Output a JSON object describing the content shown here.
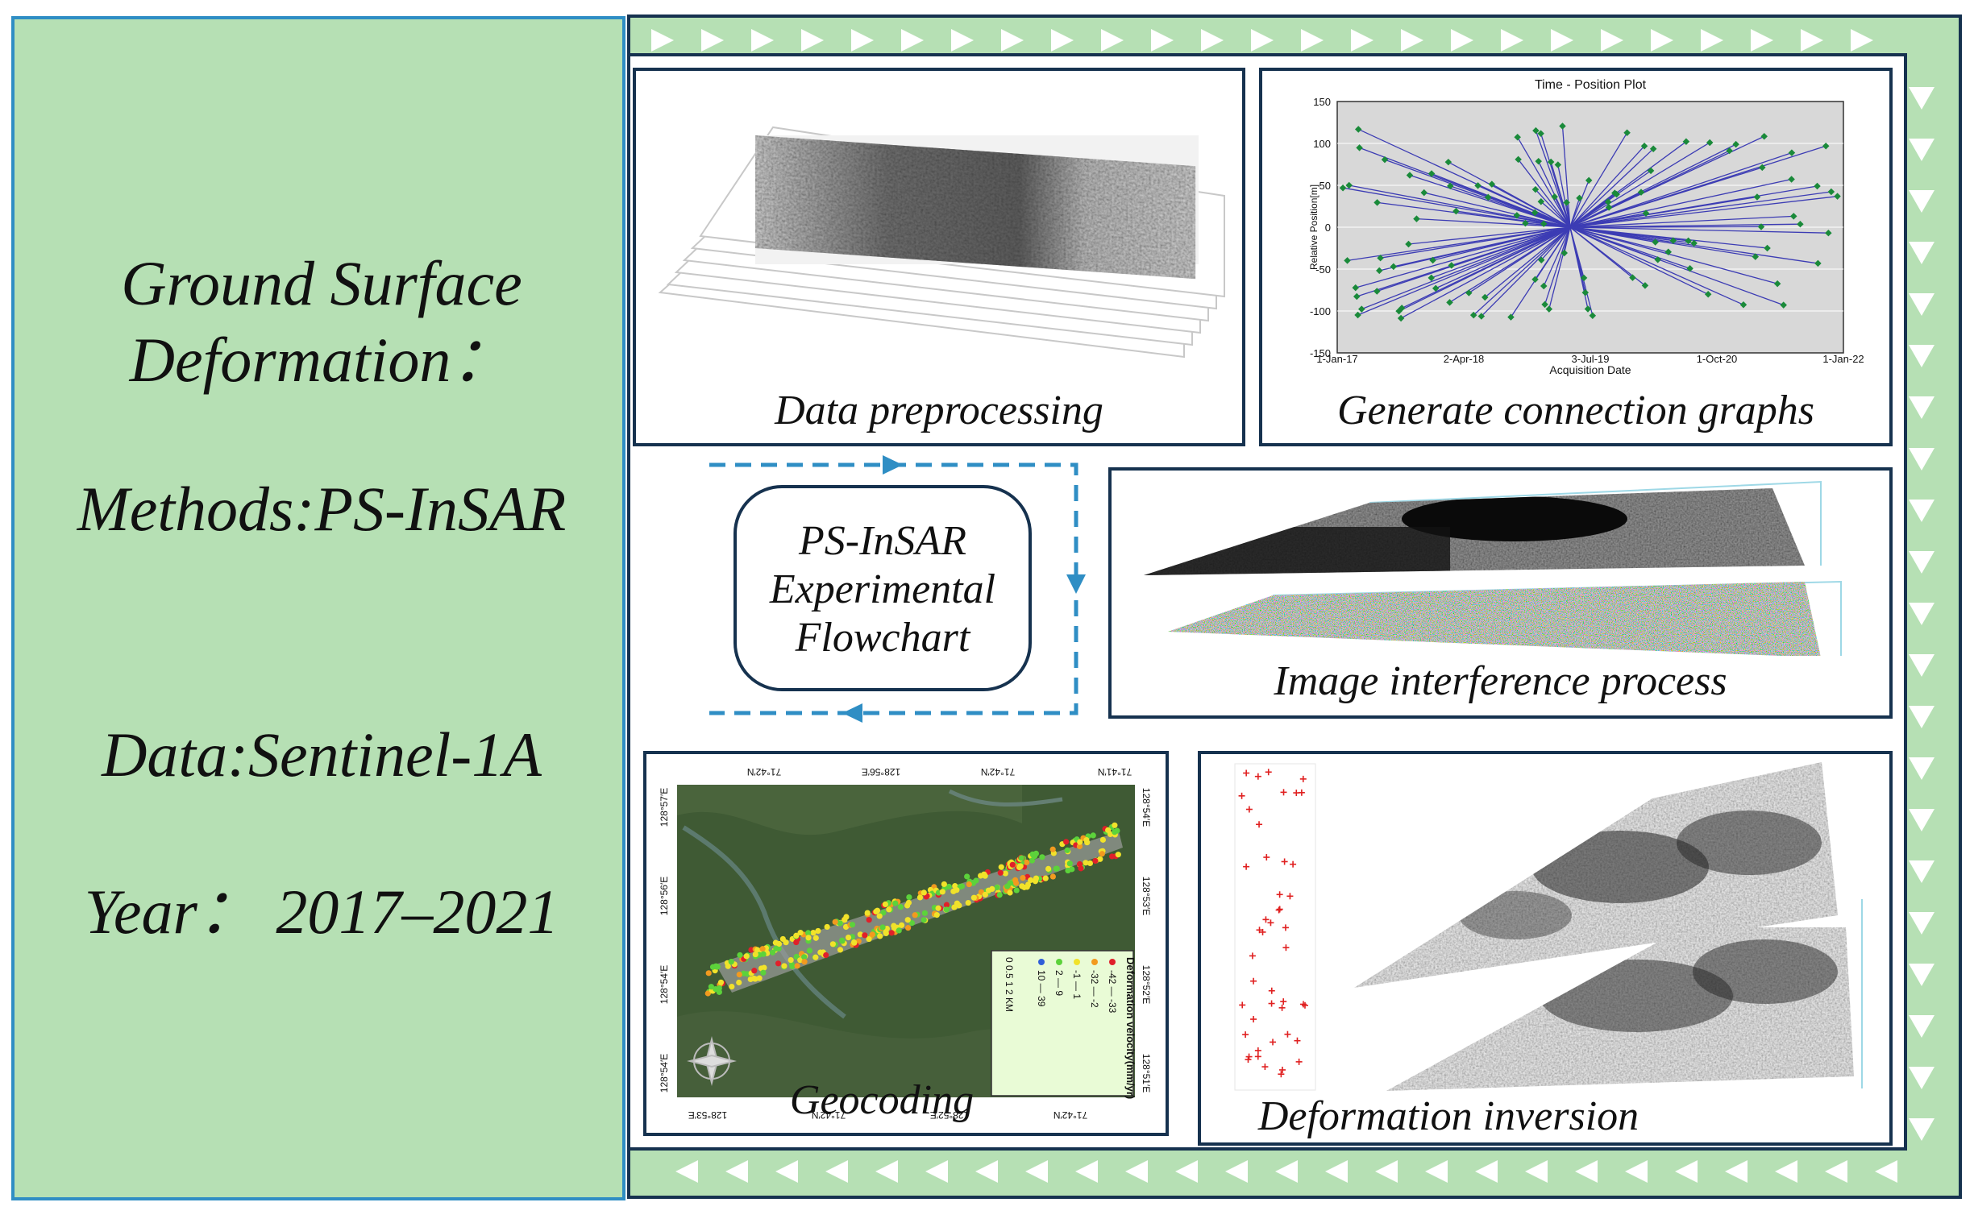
{
  "left": {
    "title_line1": "Ground Surface",
    "title_line2": "Deformation：",
    "methods": "Methods:PS-InSAR",
    "data": "Data:Sentinel-1A",
    "year": "Year： 2017–2021"
  },
  "center": {
    "line1": "PS-InSAR",
    "line2": "Experimental",
    "line3": "Flowchart"
  },
  "panels": {
    "preprocessing": "Data preprocessing",
    "graphs": "Generate connection graphs",
    "interference": "Image interference process",
    "geocoding": "Geocoding",
    "inversion": "Deformation inversion"
  },
  "plot": {
    "title": "Time - Position Plot",
    "ylabel": "Relative Position[m]",
    "xlabel": "Acquisition Date",
    "yticks": [
      "150",
      "100",
      "50",
      "0",
      "-50",
      "-100",
      "-150"
    ],
    "xticks": [
      "1-Jan-17",
      "2-Apr-18",
      "3-Jul-19",
      "1-Oct-20",
      "1-Jan-22"
    ]
  },
  "map": {
    "lon_top": [
      "71°42′N",
      "128°56′E",
      "71°42′N",
      "71°41′N"
    ],
    "lon_bottom": [
      "128°53′E",
      "71°42′N",
      "128°52′E",
      "71°42′N"
    ],
    "lat_left": [
      "128°57′E",
      "128°56′E",
      "128°54′E",
      "128°54′E"
    ],
    "lat_right": [
      "128°54′E",
      "128°53′E",
      "128°52′E",
      "128°51′E"
    ],
    "legend_title": "Deformation velocity(mm/yr)",
    "legend_items": [
      "-42 — -33",
      "-32 — -2",
      "-1 — 1",
      "2 — 9",
      "10 — 39"
    ],
    "legend_colors": [
      "#e0202a",
      "#f29a1f",
      "#f1e22a",
      "#5cd23b",
      "#2f5fd8"
    ],
    "scale": "0  0.5  1        2 KM"
  }
}
